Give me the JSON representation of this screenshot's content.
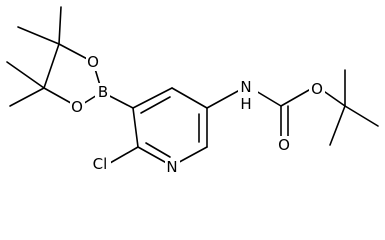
{
  "molecule": {
    "atom_labels": {
      "boron": "B",
      "oxygen_ring_top": "O",
      "oxygen_ring_bottom": "O",
      "pyridine_nitrogen": "N",
      "chlorine": "Cl",
      "carbamate_nh": "N",
      "carbamate_h": "H",
      "carbonyl_oxygen": "O",
      "ester_oxygen": "O"
    }
  }
}
